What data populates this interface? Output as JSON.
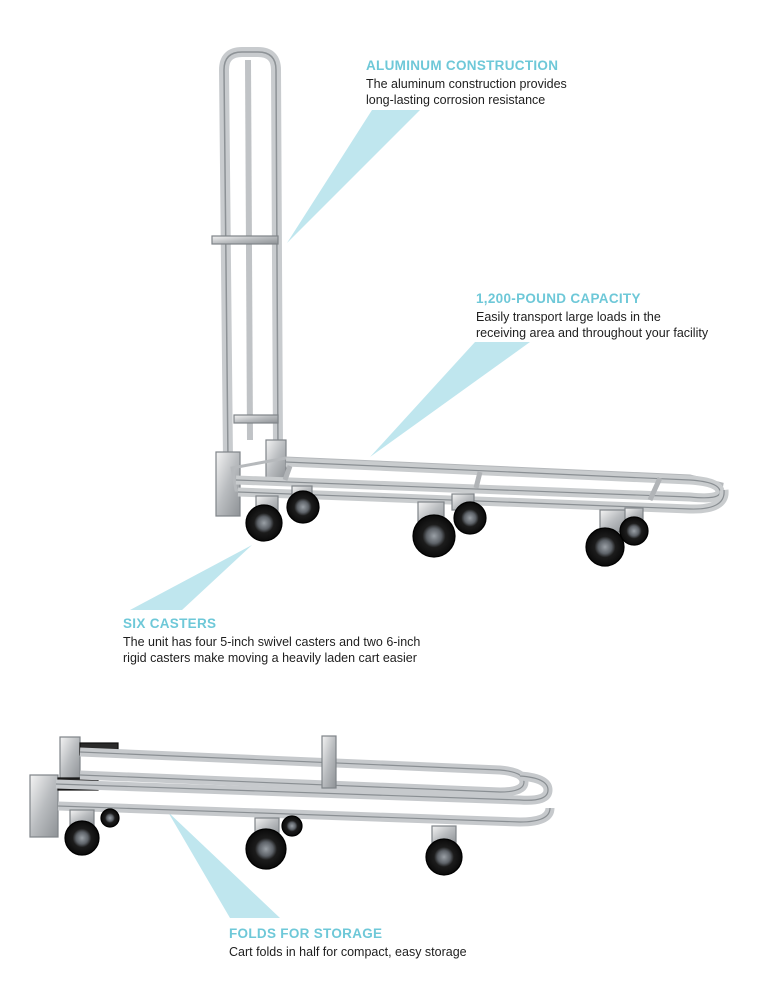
{
  "accent_color": "#6ec8d8",
  "callouts": [
    {
      "title": "ALUMINUM CONSTRUCTION",
      "lines": [
        "The aluminum construction provides",
        "long-lasting corrosion resistance"
      ]
    },
    {
      "title": "1,200-POUND CAPACITY",
      "lines": [
        "Easily transport large loads in the",
        "receiving area and throughout your facility"
      ]
    },
    {
      "title": "SIX CASTERS",
      "lines": [
        "The unit has four 5-inch swivel casters and two 6-inch",
        "rigid casters make moving a heavily laden cart easier"
      ]
    },
    {
      "title": "FOLDS FOR STORAGE",
      "lines": [
        "Cart folds in half for compact, easy storage"
      ]
    }
  ],
  "images": [
    {
      "name": "upright-platform-cart",
      "description_icon": "cart-upright"
    },
    {
      "name": "folded-platform-cart",
      "description_icon": "cart-folded"
    }
  ]
}
